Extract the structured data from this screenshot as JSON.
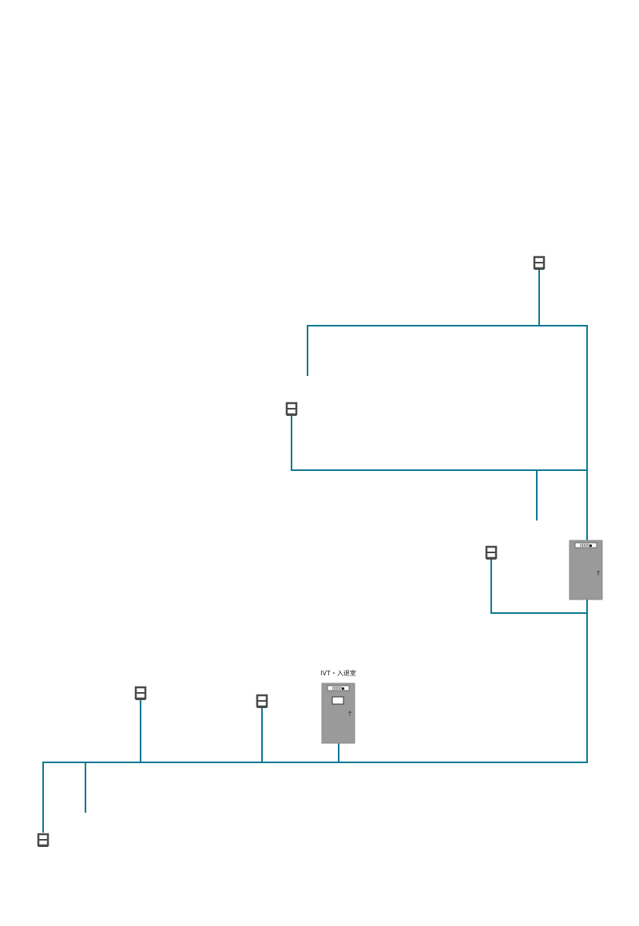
{
  "diagram": {
    "wire_color": "#0e7893",
    "device_color": "#4a4a4a",
    "cabinet_color": "#9a9a9a",
    "cabinets": [
      {
        "id": "cabinet-upper",
        "plate_text": "OOOO■",
        "label": ""
      },
      {
        "id": "cabinet-lower",
        "plate_text": "OOOO■",
        "label": "IVT・入退室"
      }
    ]
  }
}
